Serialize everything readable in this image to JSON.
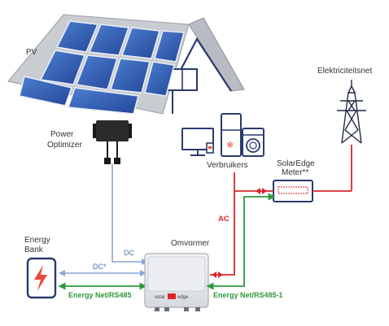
{
  "labels": {
    "pv": "PV",
    "power_optimizer_line1": "Power",
    "power_optimizer_line2": "Optimizer",
    "verbruikers": "Verbruikers",
    "elektriciteitsnet": "Elektriciteitsnet",
    "meter_line1": "SolarEdge",
    "meter_line2": "Meter**",
    "energy_bank_line1": "Energy",
    "energy_bank_line2": "Bank",
    "omvormer": "Omvormer",
    "dc": "DC",
    "dc_star": "DC*",
    "ac": "AC",
    "energy_net_left": "Energy Net/RS485",
    "energy_net_right": "Energy Net/RS485-1",
    "inverter_brand": "solar",
    "inverter_brand_mark": "edge"
  },
  "colors": {
    "ac_line": "#d9262b",
    "dc_line": "#8aa6d6",
    "comm_line": "#2e9b3c",
    "panel": "#2f5fb0",
    "roof": "#b8bcc2",
    "house_outline": "#2a3a6e"
  }
}
